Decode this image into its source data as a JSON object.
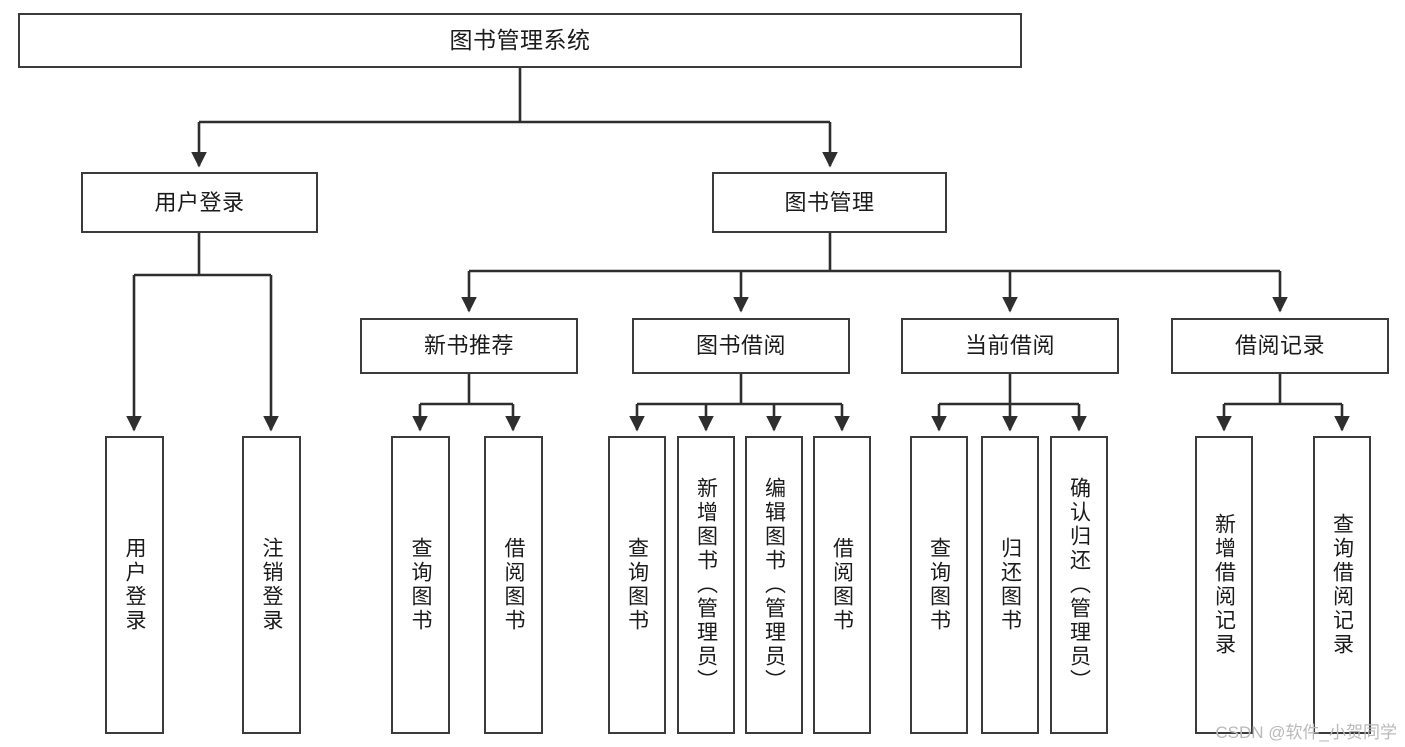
{
  "diagram": {
    "title": "图书管理系统",
    "type": "tree-hierarchy-chart",
    "watermark": "CSDN @软件_小贺同学",
    "colors": {
      "box_border": "#3b3b3b",
      "box_fill": "#ffffff",
      "connector": "#2e2e2e",
      "text": "#1b1b1b",
      "watermark": "#b9b9b9"
    },
    "nodes": {
      "root": {
        "label": "图书管理系统"
      },
      "level2": [
        {
          "id": "user-login",
          "label": "用户登录"
        },
        {
          "id": "book-manage",
          "label": "图书管理"
        }
      ],
      "level3": [
        {
          "id": "new-book-recommend",
          "label": "新书推荐"
        },
        {
          "id": "book-borrow",
          "label": "图书借阅"
        },
        {
          "id": "current-borrow",
          "label": "当前借阅"
        },
        {
          "id": "borrow-record",
          "label": "借阅记录"
        }
      ],
      "leaves": {
        "user-login": [
          {
            "id": "leaf-user-login",
            "label": "用户登录"
          },
          {
            "id": "leaf-logout-login",
            "label": "注销登录"
          }
        ],
        "new-book-recommend": [
          {
            "id": "leaf-query-book-1",
            "label": "查询图书"
          },
          {
            "id": "leaf-borrow-book-1",
            "label": "借阅图书"
          }
        ],
        "book-borrow": [
          {
            "id": "leaf-query-book-2",
            "label": "查询图书"
          },
          {
            "id": "leaf-add-book-admin",
            "label": "新增图书（管理员）"
          },
          {
            "id": "leaf-edit-book-admin",
            "label": "编辑图书（管理员）"
          },
          {
            "id": "leaf-borrow-book-2",
            "label": "借阅图书"
          }
        ],
        "current-borrow": [
          {
            "id": "leaf-query-book-3",
            "label": "查询图书"
          },
          {
            "id": "leaf-return-book",
            "label": "归还图书"
          },
          {
            "id": "leaf-confirm-return-admin",
            "label": "确认归还（管理员）"
          }
        ],
        "borrow-record": [
          {
            "id": "leaf-add-borrow-record",
            "label": "新增借阅记录"
          },
          {
            "id": "leaf-query-borrow-record",
            "label": "查询借阅记录"
          }
        ]
      }
    }
  }
}
